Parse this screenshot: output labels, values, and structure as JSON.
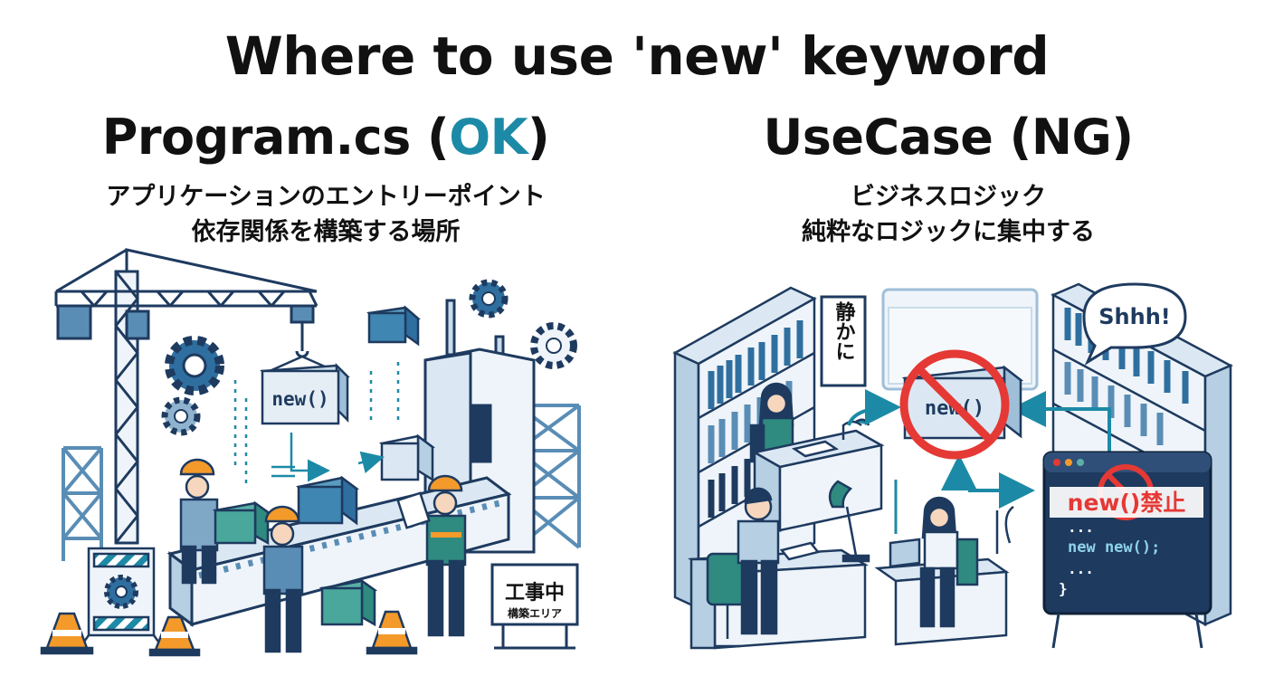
{
  "title": "Where to use 'new' keyword",
  "left": {
    "heading_prefix": "Program.cs (",
    "heading_status": "OK",
    "heading_suffix": ")",
    "line1": "アプリケーションのエントリーポイント",
    "line2": "依存関係を構築する場所",
    "box_label": "new()",
    "sign_title": "工事中",
    "sign_sub": "構築エリア"
  },
  "right": {
    "heading": "UseCase (NG)",
    "line1": "ビジネスロジック",
    "line2": "純粋なロジックに集中する",
    "quiet_sign": "静かに",
    "shh_bubble": "Shhh!",
    "center_label": "new()",
    "banned_label": "new()禁止",
    "code_dots1": "...",
    "code_line": "new new();",
    "code_dots2": "...",
    "code_brace": "}"
  },
  "colors": {
    "accent_teal": "#1c8aa6",
    "dark_navy": "#1e3a5f",
    "prohibit_red": "#e53935",
    "light_blue": "#dbe8f3",
    "safety_orange": "#f39a2b"
  }
}
